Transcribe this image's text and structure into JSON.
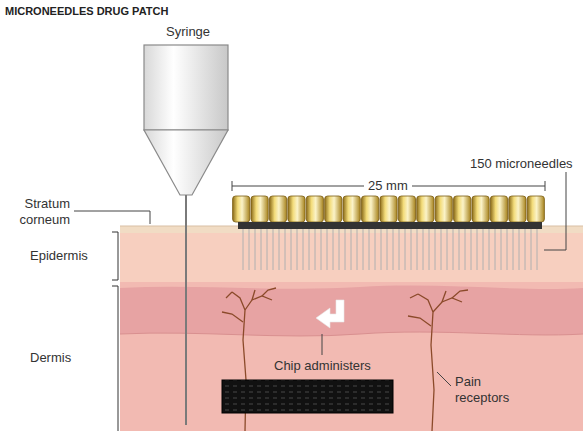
{
  "diagram": {
    "title": "MICRONEEDLES DRUG PATCH",
    "labels": [
      "Syringe",
      "Stratum corneum",
      "Epidermis",
      "Dermis",
      "25 mm",
      "150 microneedles",
      "Chip administers",
      "Pain receptors"
    ]
  }
}
